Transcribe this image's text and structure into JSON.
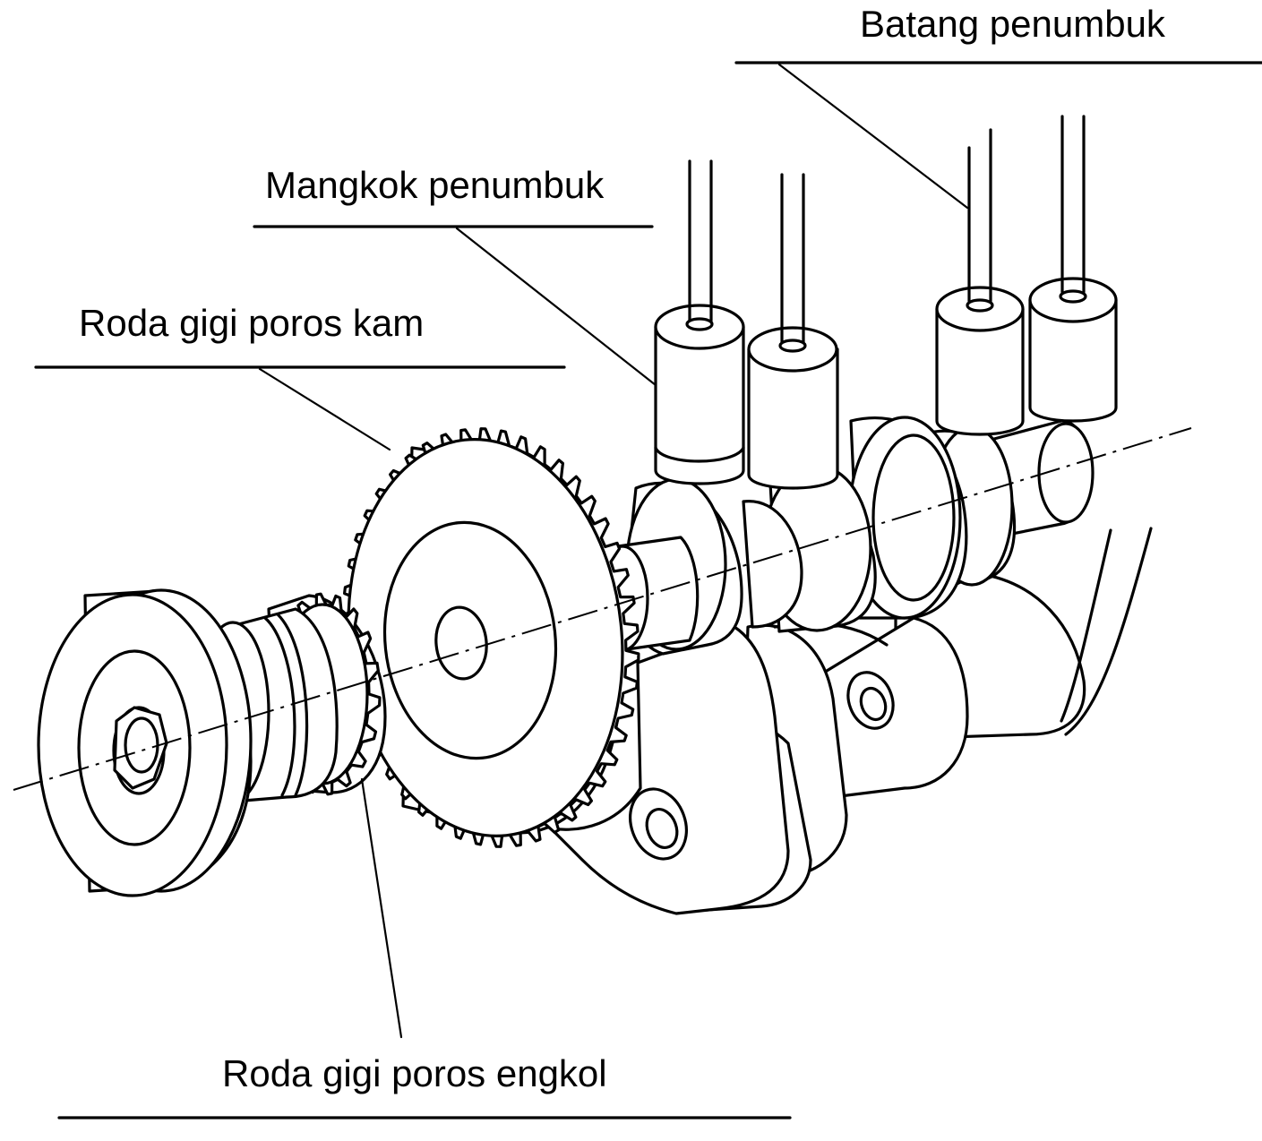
{
  "labels": {
    "batang_penumbuk": "Batang penumbuk",
    "mangkok_penumbuk": "Mangkok penumbuk",
    "roda_gigi_poros_kam": "Roda gigi poros kam",
    "roda_gigi_poros_engkol": "Roda gigi poros engkol"
  }
}
